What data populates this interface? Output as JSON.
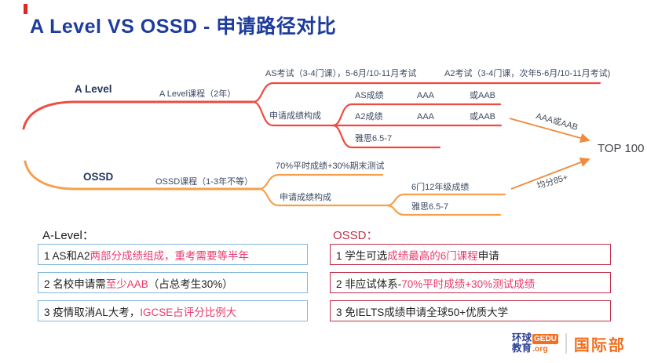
{
  "title": "A Level VS OSSD - 申请路径对比",
  "colors": {
    "title_blue": "#1e3c9e",
    "alevel_branch_red": "#ef4b42",
    "ossd_branch_orange": "#f6a04d",
    "arrow_orange": "#f08a3c",
    "node_navy": "#3c4a61",
    "highlight_pink": "#e93a6c",
    "alevel_box_border": "#85b7dd",
    "ossd_box_border": "#c23048",
    "logo_blue": "#2a3f94",
    "logo_orange": "#f26f21"
  },
  "alevel_map": {
    "root": "A Level",
    "course": "A Level课程（2年）",
    "as_exam": "AS考试（3-4门课），5-6月/10-11月考试",
    "a2_exam": "A2考试（3-4门课，次年5-6月/10-11月考试)",
    "score_comp": "申请成绩构成",
    "rows": [
      {
        "name": "AS成绩",
        "v1": "AAA",
        "v2": "或AAB"
      },
      {
        "name": "A2成绩",
        "v1": "AAA",
        "v2": "或AAB"
      },
      {
        "name": "雅思6.5-7"
      }
    ],
    "arrow_label": "AAA或AAB"
  },
  "ossd_map": {
    "root": "OSSD",
    "course": "OSSD课程（1-3年不等）",
    "grading": "70%平时成绩+30%期末测试",
    "score_comp": "申请成绩构成",
    "rows": [
      "6门12年级成绩",
      "雅思6.5-7"
    ],
    "arrow_label": "均分85+"
  },
  "target": "TOP 100",
  "compare": {
    "alevel": {
      "header": "A-Level：",
      "boxes": [
        {
          "p1": "1 AS和A2",
          "p2": "两部分成绩组成，重考需要等半年",
          "p3": ""
        },
        {
          "p1": "2 名校申请需",
          "p2": "至少AAB",
          "p3": "（占总考生30%）"
        },
        {
          "p1": "3 疫情取消AL大考，",
          "p2": "IGCSE占评分比例大",
          "p3": ""
        }
      ]
    },
    "ossd": {
      "header": "OSSD：",
      "boxes": [
        {
          "p1": "1 学生可选",
          "p2": "成绩最高的6门课程",
          "p3": "申请"
        },
        {
          "p1": "2 非应试体系- ",
          "p2": "70%平时成绩+30%测试成绩",
          "p3": ""
        },
        {
          "p1": "3 免IELTS成绩申请全球50+优质大学",
          "p2": "",
          "p3": ""
        }
      ]
    }
  },
  "logo": {
    "brand_top": "环球",
    "brand_bottom": "教育",
    "gedu": "GEDU",
    "org": ".org",
    "division": "国际部"
  }
}
